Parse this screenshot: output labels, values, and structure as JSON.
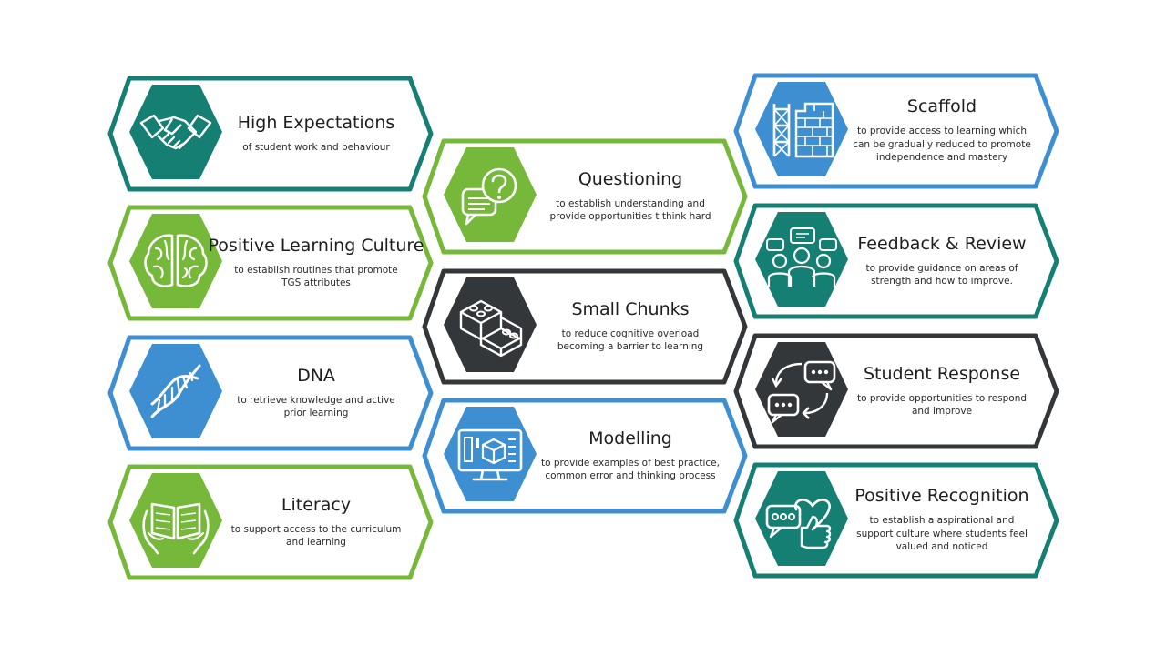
{
  "colors": {
    "teal": "#167f74",
    "green": "#76b83a",
    "blue": "#3e8fd2",
    "dark": "#33373a"
  },
  "cards": [
    {
      "key": "high-expectations",
      "title": "High Expectations",
      "desc": "of student work and behaviour",
      "color": "teal",
      "icon": "handshake-icon"
    },
    {
      "key": "positive-learning-culture",
      "title": "Positive Learning Culture",
      "desc": "to establish routines that promote TGS attributes",
      "color": "green",
      "icon": "brain-icon"
    },
    {
      "key": "dna",
      "title": "DNA",
      "desc": "to retrieve knowledge and active prior learning",
      "color": "blue",
      "icon": "dna-icon"
    },
    {
      "key": "literacy",
      "title": "Literacy",
      "desc": "to support access to the curriculum and learning",
      "color": "green",
      "icon": "book-icon"
    },
    {
      "key": "questioning",
      "title": "Questioning",
      "desc": "to establish understanding and provide opportunities t think hard",
      "color": "green",
      "icon": "question-bubble-icon"
    },
    {
      "key": "small-chunks",
      "title": "Small Chunks",
      "desc": "to reduce cognitive overload becoming a barrier to learning",
      "color": "dark",
      "icon": "blocks-icon"
    },
    {
      "key": "modelling",
      "title": "Modelling",
      "desc": "to provide examples of best practice, common error and thinking process",
      "color": "blue",
      "icon": "monitor-model-icon"
    },
    {
      "key": "scaffold",
      "title": "Scaffold",
      "desc": "to provide access to learning which can be gradually reduced to promote independence and mastery",
      "color": "blue",
      "icon": "scaffold-icon"
    },
    {
      "key": "feedback-review",
      "title": "Feedback & Review",
      "desc": "to provide guidance on areas of strength and how to improve.",
      "color": "teal",
      "icon": "group-chat-icon"
    },
    {
      "key": "student-response",
      "title": "Student Response",
      "desc": "to provide opportunities to respond and improve",
      "color": "dark",
      "icon": "conversation-icon"
    },
    {
      "key": "positive-recognition",
      "title": "Positive Recognition",
      "desc": "to establish a aspirational  and support culture where students feel valued and noticed",
      "color": "teal",
      "icon": "thumbs-up-heart-icon"
    }
  ]
}
